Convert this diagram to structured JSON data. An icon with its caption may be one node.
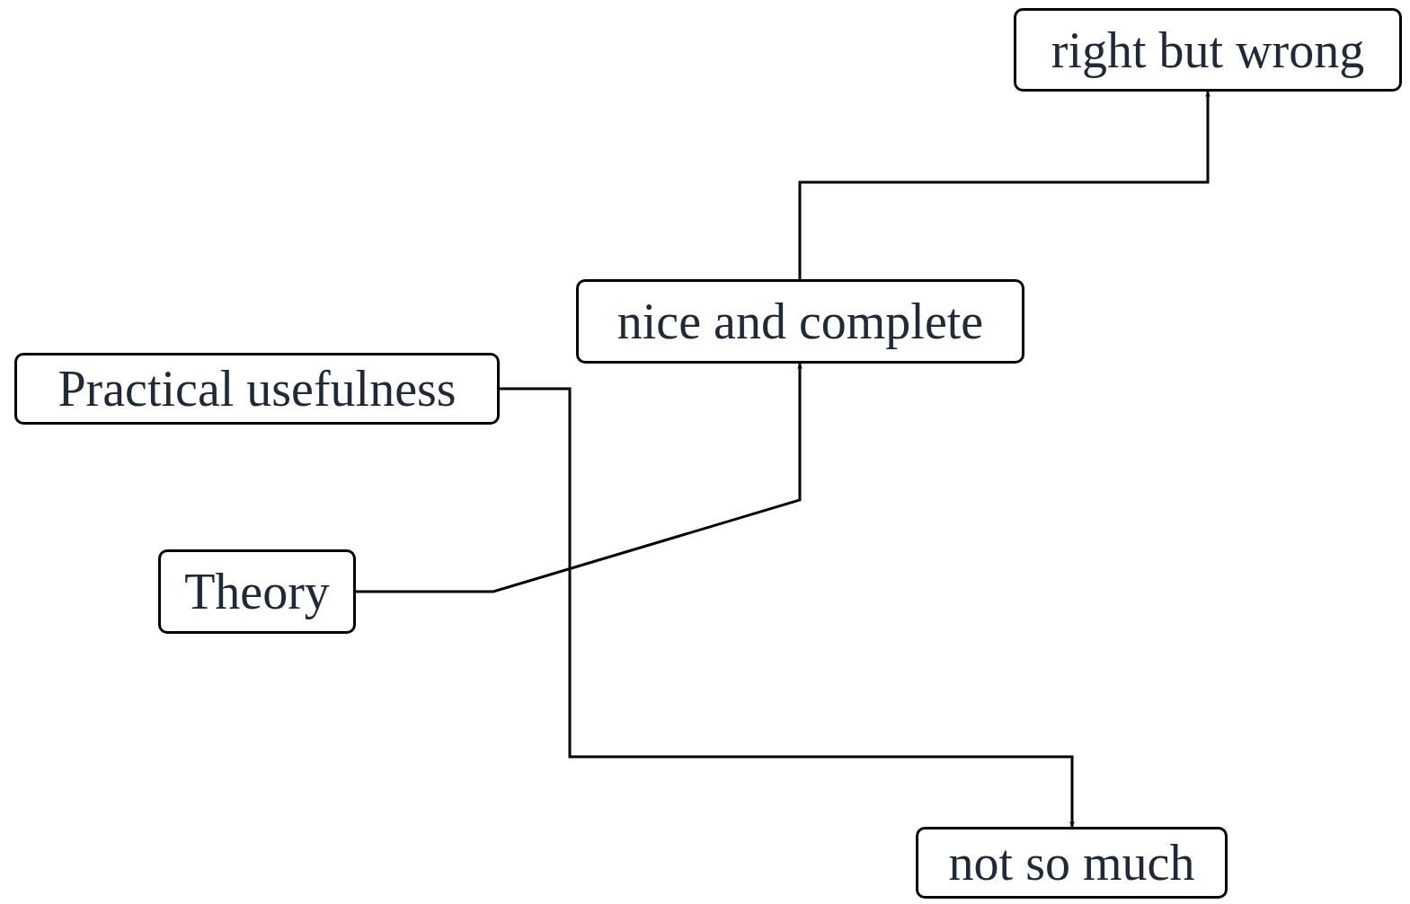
{
  "diagram": {
    "nodes": [
      {
        "text": [
          "right but wrong"
        ]
      },
      {
        "text": [
          "nice and complete"
        ]
      },
      {
        "text": [
          "Practical usefulness"
        ]
      },
      {
        "text": [
          "Theory"
        ]
      },
      {
        "text": [
          "not so much"
        ]
      }
    ],
    "edges": [
      {
        "from": 3,
        "to": 1,
        "arrow": "to"
      },
      {
        "from": 1,
        "to": 0,
        "arrow": "to"
      },
      {
        "from": 2,
        "to": 4,
        "arrow": "to"
      }
    ]
  }
}
